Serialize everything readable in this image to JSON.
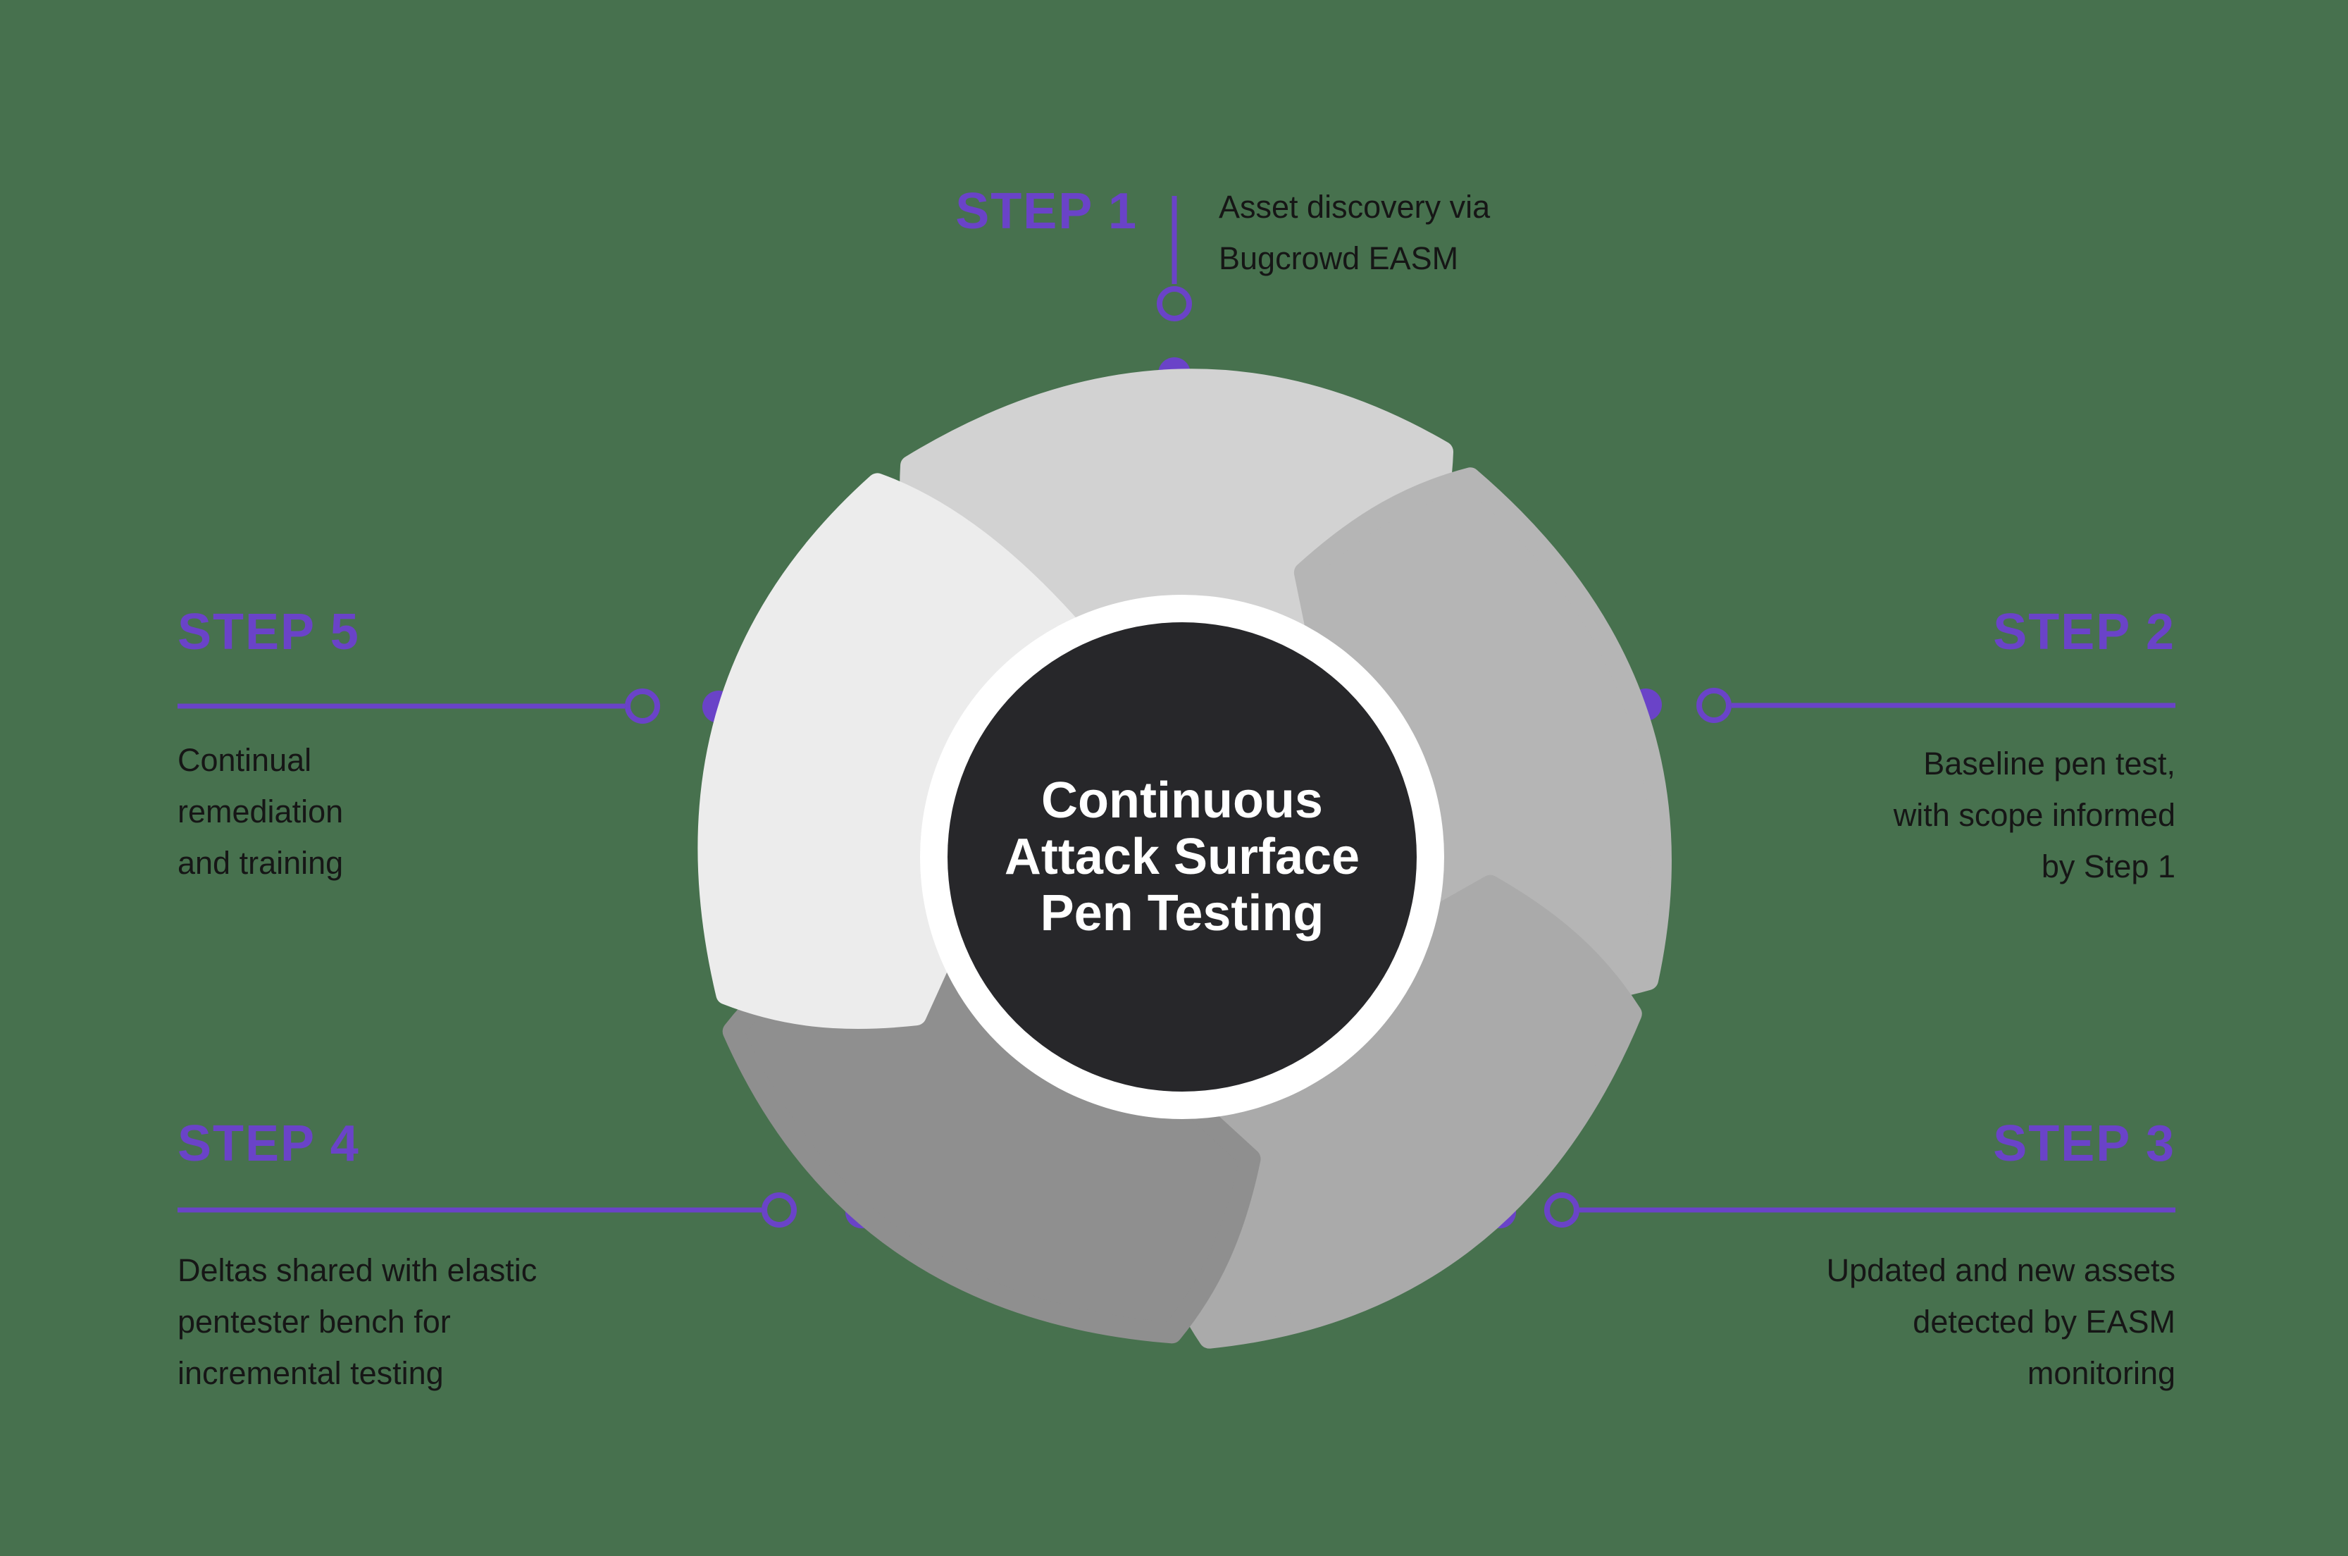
{
  "title": {
    "line1": "Continuous",
    "line2": "Attack Surface",
    "line3": "Pen Testing"
  },
  "steps": [
    {
      "label": "STEP 1",
      "description": [
        "Asset discovery via",
        "Bugcrowd EASM"
      ]
    },
    {
      "label": "STEP 2",
      "description": [
        "Baseline pen test,",
        "with scope informed",
        "by Step 1"
      ]
    },
    {
      "label": "STEP 3",
      "description": [
        "Updated and new assets",
        "detected by EASM",
        "monitoring"
      ]
    },
    {
      "label": "STEP 4",
      "description": [
        "Deltas shared with elastic",
        "pentester bench for",
        "incremental testing"
      ]
    },
    {
      "label": "STEP 5",
      "description": [
        "Continual",
        "remediation",
        "and training"
      ]
    }
  ],
  "colors": {
    "bg": "#47714E",
    "accent": "#6A43C8",
    "ink": "#161616",
    "wheel-black": "#000000",
    "blade1": "#D2D2D2",
    "blade2": "#B5B5B5",
    "blade3": "#AAAAAA",
    "blade4": "#8F8F8F",
    "blade5": "#ECECEC",
    "hub": "#27272A",
    "hub-ring": "#FFFFFF",
    "hub-text": "#FFFFFF"
  }
}
